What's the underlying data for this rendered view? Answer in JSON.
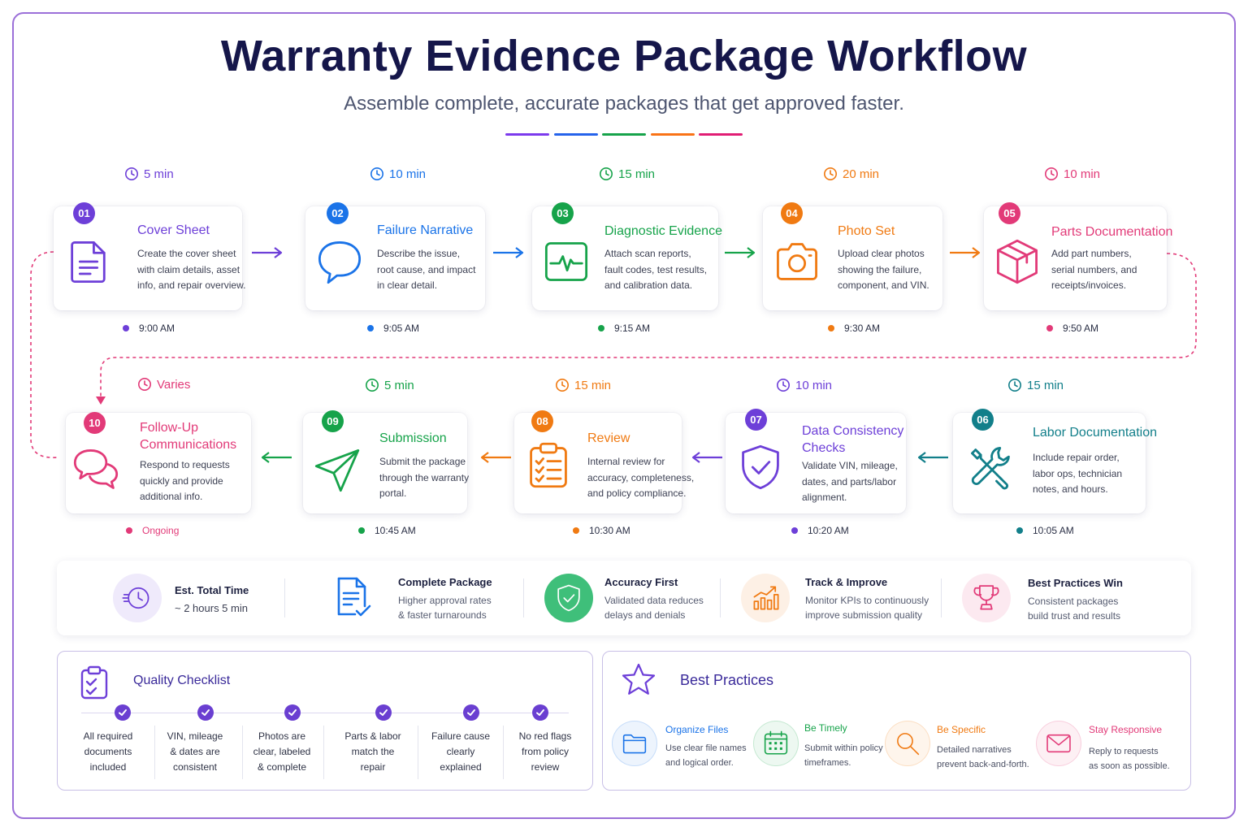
{
  "header": {
    "title": "Warranty Evidence Package Workflow",
    "subtitle": "Assemble complete, accurate packages that get approved faster.",
    "divider_colors": [
      "#7c3aed",
      "#2563eb",
      "#16a34a",
      "#f97316",
      "#e11d74"
    ]
  },
  "steps": [
    {
      "num": "01",
      "title": "Cover Sheet",
      "desc": [
        "Create the cover sheet",
        "with claim details, asset",
        "info, and repair overview."
      ],
      "duration": "5 min",
      "time": "9:00 AM",
      "color": "#6d3fd8",
      "icon": "document-icon"
    },
    {
      "num": "02",
      "title": "Failure Narrative",
      "desc": [
        "Describe the issue,",
        "root cause, and impact",
        "in clear detail."
      ],
      "duration": "10 min",
      "time": "9:05 AM",
      "color": "#1a73e8",
      "icon": "speech-bubble-icon"
    },
    {
      "num": "03",
      "title": "Diagnostic Evidence",
      "desc": [
        "Attach scan reports,",
        "fault codes, test results,",
        "and calibration data."
      ],
      "duration": "15 min",
      "time": "9:15 AM",
      "color": "#16a34a",
      "icon": "heartbeat-monitor-icon"
    },
    {
      "num": "04",
      "title": "Photo Set",
      "desc": [
        "Upload clear photos",
        "showing the failure,",
        "component, and VIN."
      ],
      "duration": "20 min",
      "time": "9:30 AM",
      "color": "#f07a12",
      "icon": "camera-icon"
    },
    {
      "num": "05",
      "title": "Parts Documentation",
      "desc": [
        "Add part numbers,",
        "serial numbers, and",
        "receipts/invoices."
      ],
      "duration": "10 min",
      "time": "9:50 AM",
      "color": "#e23a78",
      "icon": "package-box-icon"
    },
    {
      "num": "06",
      "title": "Labor Documentation",
      "desc": [
        "Include repair order,",
        "labor ops, technician",
        "notes, and hours."
      ],
      "duration": "15 min",
      "time": "10:05 AM",
      "color": "#127f8a",
      "icon": "tools-icon"
    },
    {
      "num": "07",
      "title": "Data Consistency Checks",
      "title_lines": [
        "Data Consistency",
        "Checks"
      ],
      "desc": [
        "Validate VIN, mileage,",
        "dates, and parts/labor",
        "alignment."
      ],
      "duration": "10 min",
      "time": "10:20 AM",
      "color": "#6d3fd8",
      "icon": "shield-check-icon"
    },
    {
      "num": "08",
      "title": "Review",
      "desc": [
        "Internal review for",
        "accuracy, completeness,",
        "and policy compliance."
      ],
      "duration": "15 min",
      "time": "10:30 AM",
      "color": "#f07a12",
      "icon": "clipboard-checklist-icon"
    },
    {
      "num": "09",
      "title": "Submission",
      "desc": [
        "Submit the package",
        "through the warranty",
        "portal."
      ],
      "duration": "5 min",
      "time": "10:45 AM",
      "color": "#16a34a",
      "icon": "paper-plane-icon"
    },
    {
      "num": "10",
      "title": "Follow-Up Communications",
      "title_lines": [
        "Follow-Up",
        "Communications"
      ],
      "desc": [
        "Respond to requests",
        "quickly and provide",
        "additional info."
      ],
      "duration": "Varies",
      "time": "Ongoing",
      "color": "#e23a78",
      "icon": "chat-bubbles-icon"
    }
  ],
  "summary": [
    {
      "title": "Est. Total Time",
      "desc": [
        "~ 2 hours 5 min"
      ],
      "icon": "clock-icon",
      "color": "#6d3fd8"
    },
    {
      "title": "Complete Package",
      "desc": [
        "Higher approval rates",
        "& faster turnarounds"
      ],
      "icon": "document-check-icon",
      "color": "#1a73e8"
    },
    {
      "title": "Accuracy First",
      "desc": [
        "Validated data reduces",
        "delays and denials"
      ],
      "icon": "shield-check-icon",
      "color": "#16a34a"
    },
    {
      "title": "Track & Improve",
      "desc": [
        "Monitor KPIs to continuously",
        "improve submission quality"
      ],
      "icon": "growth-chart-icon",
      "color": "#f07a12"
    },
    {
      "title": "Best Practices Win",
      "desc": [
        "Consistent packages",
        "build trust and results"
      ],
      "icon": "trophy-icon",
      "color": "#e23a78"
    }
  ],
  "checklist": {
    "title": "Quality Checklist",
    "items": [
      [
        "All required",
        "documents",
        "included"
      ],
      [
        "VIN, mileage",
        "& dates are",
        "consistent"
      ],
      [
        "Photos are",
        "clear, labeled",
        "& complete"
      ],
      [
        "Parts & labor",
        "match the",
        "repair"
      ],
      [
        "Failure cause",
        "clearly",
        "explained"
      ],
      [
        "No red flags",
        "from policy",
        "review"
      ]
    ]
  },
  "best_practices": {
    "title": "Best Practices",
    "items": [
      {
        "title": "Organize Files",
        "desc": [
          "Use clear file names",
          "and logical order."
        ],
        "icon": "folder-icon",
        "color": "#1a73e8"
      },
      {
        "title": "Be Timely",
        "desc": [
          "Submit within policy",
          "timeframes."
        ],
        "icon": "calendar-icon",
        "color": "#16a34a"
      },
      {
        "title": "Be Specific",
        "desc": [
          "Detailed narratives",
          "prevent back-and-forth."
        ],
        "icon": "magnifier-icon",
        "color": "#f07a12"
      },
      {
        "title": "Stay Responsive",
        "desc": [
          "Reply to requests",
          "as soon as possible."
        ],
        "icon": "envelope-icon",
        "color": "#e23a78"
      }
    ]
  }
}
